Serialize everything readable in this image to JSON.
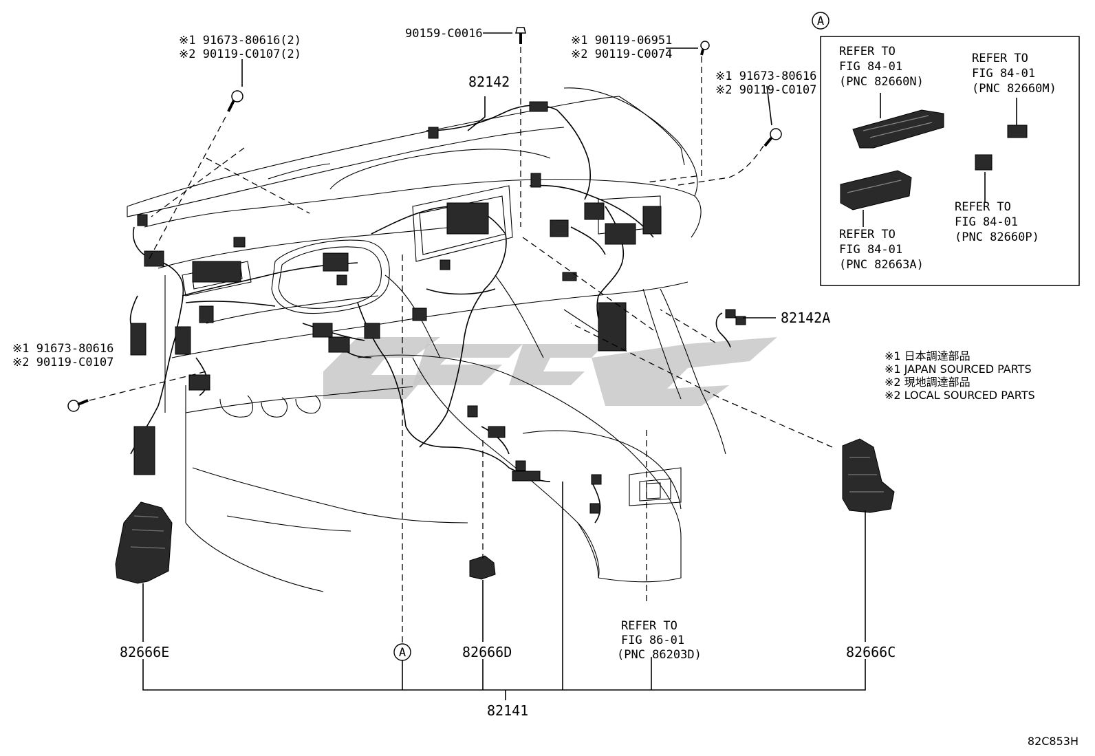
{
  "diagram_code": "82C853H",
  "callout_marker": "A",
  "fasteners": {
    "top_left": {
      "line1": "※1 91673-80616(2)",
      "line2": "※2 90119-C0107(2)"
    },
    "top_center": {
      "part": "90159-C0016"
    },
    "top_right_a": {
      "line1": "※1 90119-06951",
      "line2": "※2 90119-C0074"
    },
    "top_right_b": {
      "line1": "※1 91673-80616",
      "line2": "※2 90119-C0107"
    },
    "left": {
      "line1": "※1 91673-80616",
      "line2": "※2 90119-C0107"
    }
  },
  "parts": {
    "p82142": "82142",
    "p82142A": "82142A",
    "p82666E": "82666E",
    "p82666D": "82666D",
    "p82666C": "82666C",
    "p82141": "82141"
  },
  "refer_fig86": {
    "l1": "REFER TO",
    "l2": "FIG 86-01",
    "l3": "(PNC 86203D)"
  },
  "inset": {
    "ref1": {
      "l1": "REFER TO",
      "l2": "FIG 84-01",
      "l3": "(PNC 82660N)"
    },
    "ref2": {
      "l1": "REFER TO",
      "l2": "FIG 84-01",
      "l3": "(PNC 82660M)"
    },
    "ref3": {
      "l1": "REFER TO",
      "l2": "FIG 84-01",
      "l3": "(PNC 82660P)"
    },
    "ref4": {
      "l1": "REFER TO",
      "l2": "FIG 84-01",
      "l3": "(PNC 82663A)"
    }
  },
  "legend": [
    "※1 日本調達部品",
    "※1 JAPAN SOURCED PARTS",
    "※2 現地調達部品",
    "※2 LOCAL SOURCED PARTS"
  ]
}
